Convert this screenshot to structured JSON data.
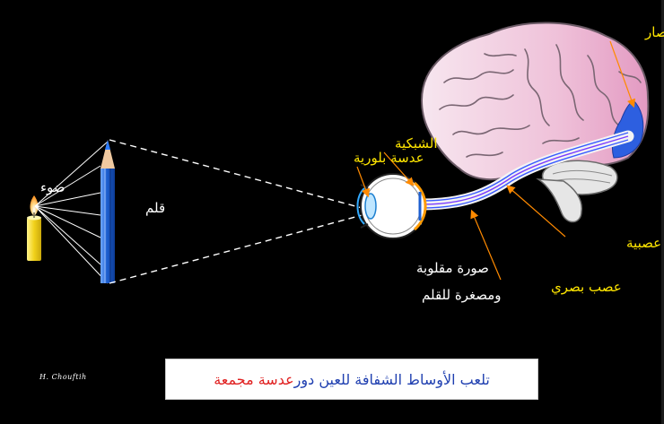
{
  "labels": {
    "light": "ضوء",
    "pencil": "قلم",
    "crystalline_lens": "عدسة بلورية",
    "retina": "الشبكية",
    "visual_cortex": "باحة الإبصار",
    "nerve_fibers": "ألياف عصبية",
    "optic_nerve": "عصب بصري",
    "image_line1": "صورة مقلوبة",
    "image_line2": "ومصغرة للقلم"
  },
  "caption": {
    "main": "تلعب الأوساط الشفافة للعين دور ",
    "highlight": "عدسة مجمعة"
  },
  "signature": "H. Chouftih",
  "colors": {
    "background": "#000000",
    "label_yellow": "#ffe600",
    "pointer_orange": "#ff8a00",
    "caption_blue": "#1f3fb0",
    "caption_red": "#e02020",
    "pencil_blue": "#1d5fd0",
    "brain_pink": "#f3c7dc",
    "visual_area_blue": "#2d5fe0",
    "candle_yellow": "#f2d21b"
  }
}
